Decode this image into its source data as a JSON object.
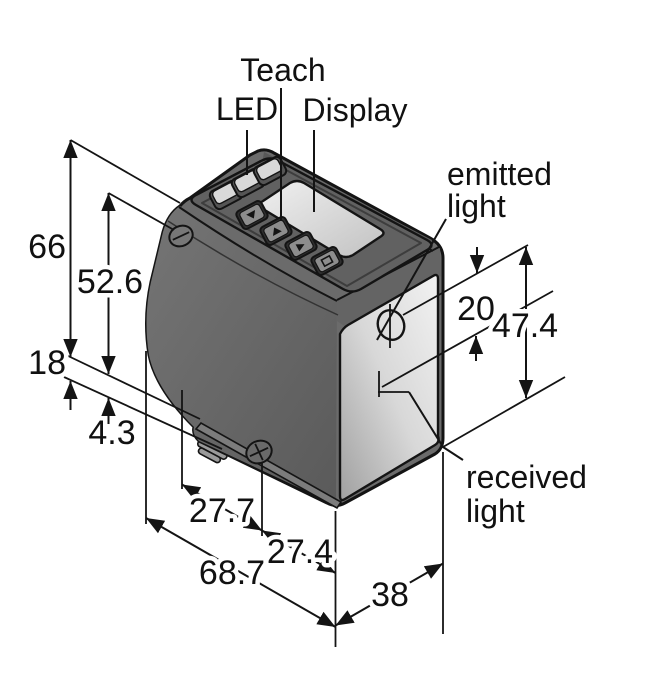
{
  "figure": {
    "type": "sensor-dimension-drawing",
    "labels": {
      "teach": "Teach",
      "led": "LED",
      "display": "Display",
      "emitted1": "emitted",
      "emitted2": "light",
      "received1": "received",
      "received2": "light"
    },
    "dims": {
      "d66": "66",
      "d526": "52.6",
      "d18": "18",
      "d43": "4.3",
      "d277": "27.7",
      "d687": "68.7",
      "d274": "27.4",
      "d38": "38",
      "d20": "20",
      "d474": "47.4"
    },
    "colors": {
      "line_black": "#141414",
      "body_gray": "#6b6b6b",
      "panel_gray": "#616161",
      "window_light": "#efefef",
      "window_dark": "#9f9f9f",
      "display_light": "#f0f0f0",
      "display_dark": "#c2c2c2",
      "background": "#ffffff"
    }
  }
}
